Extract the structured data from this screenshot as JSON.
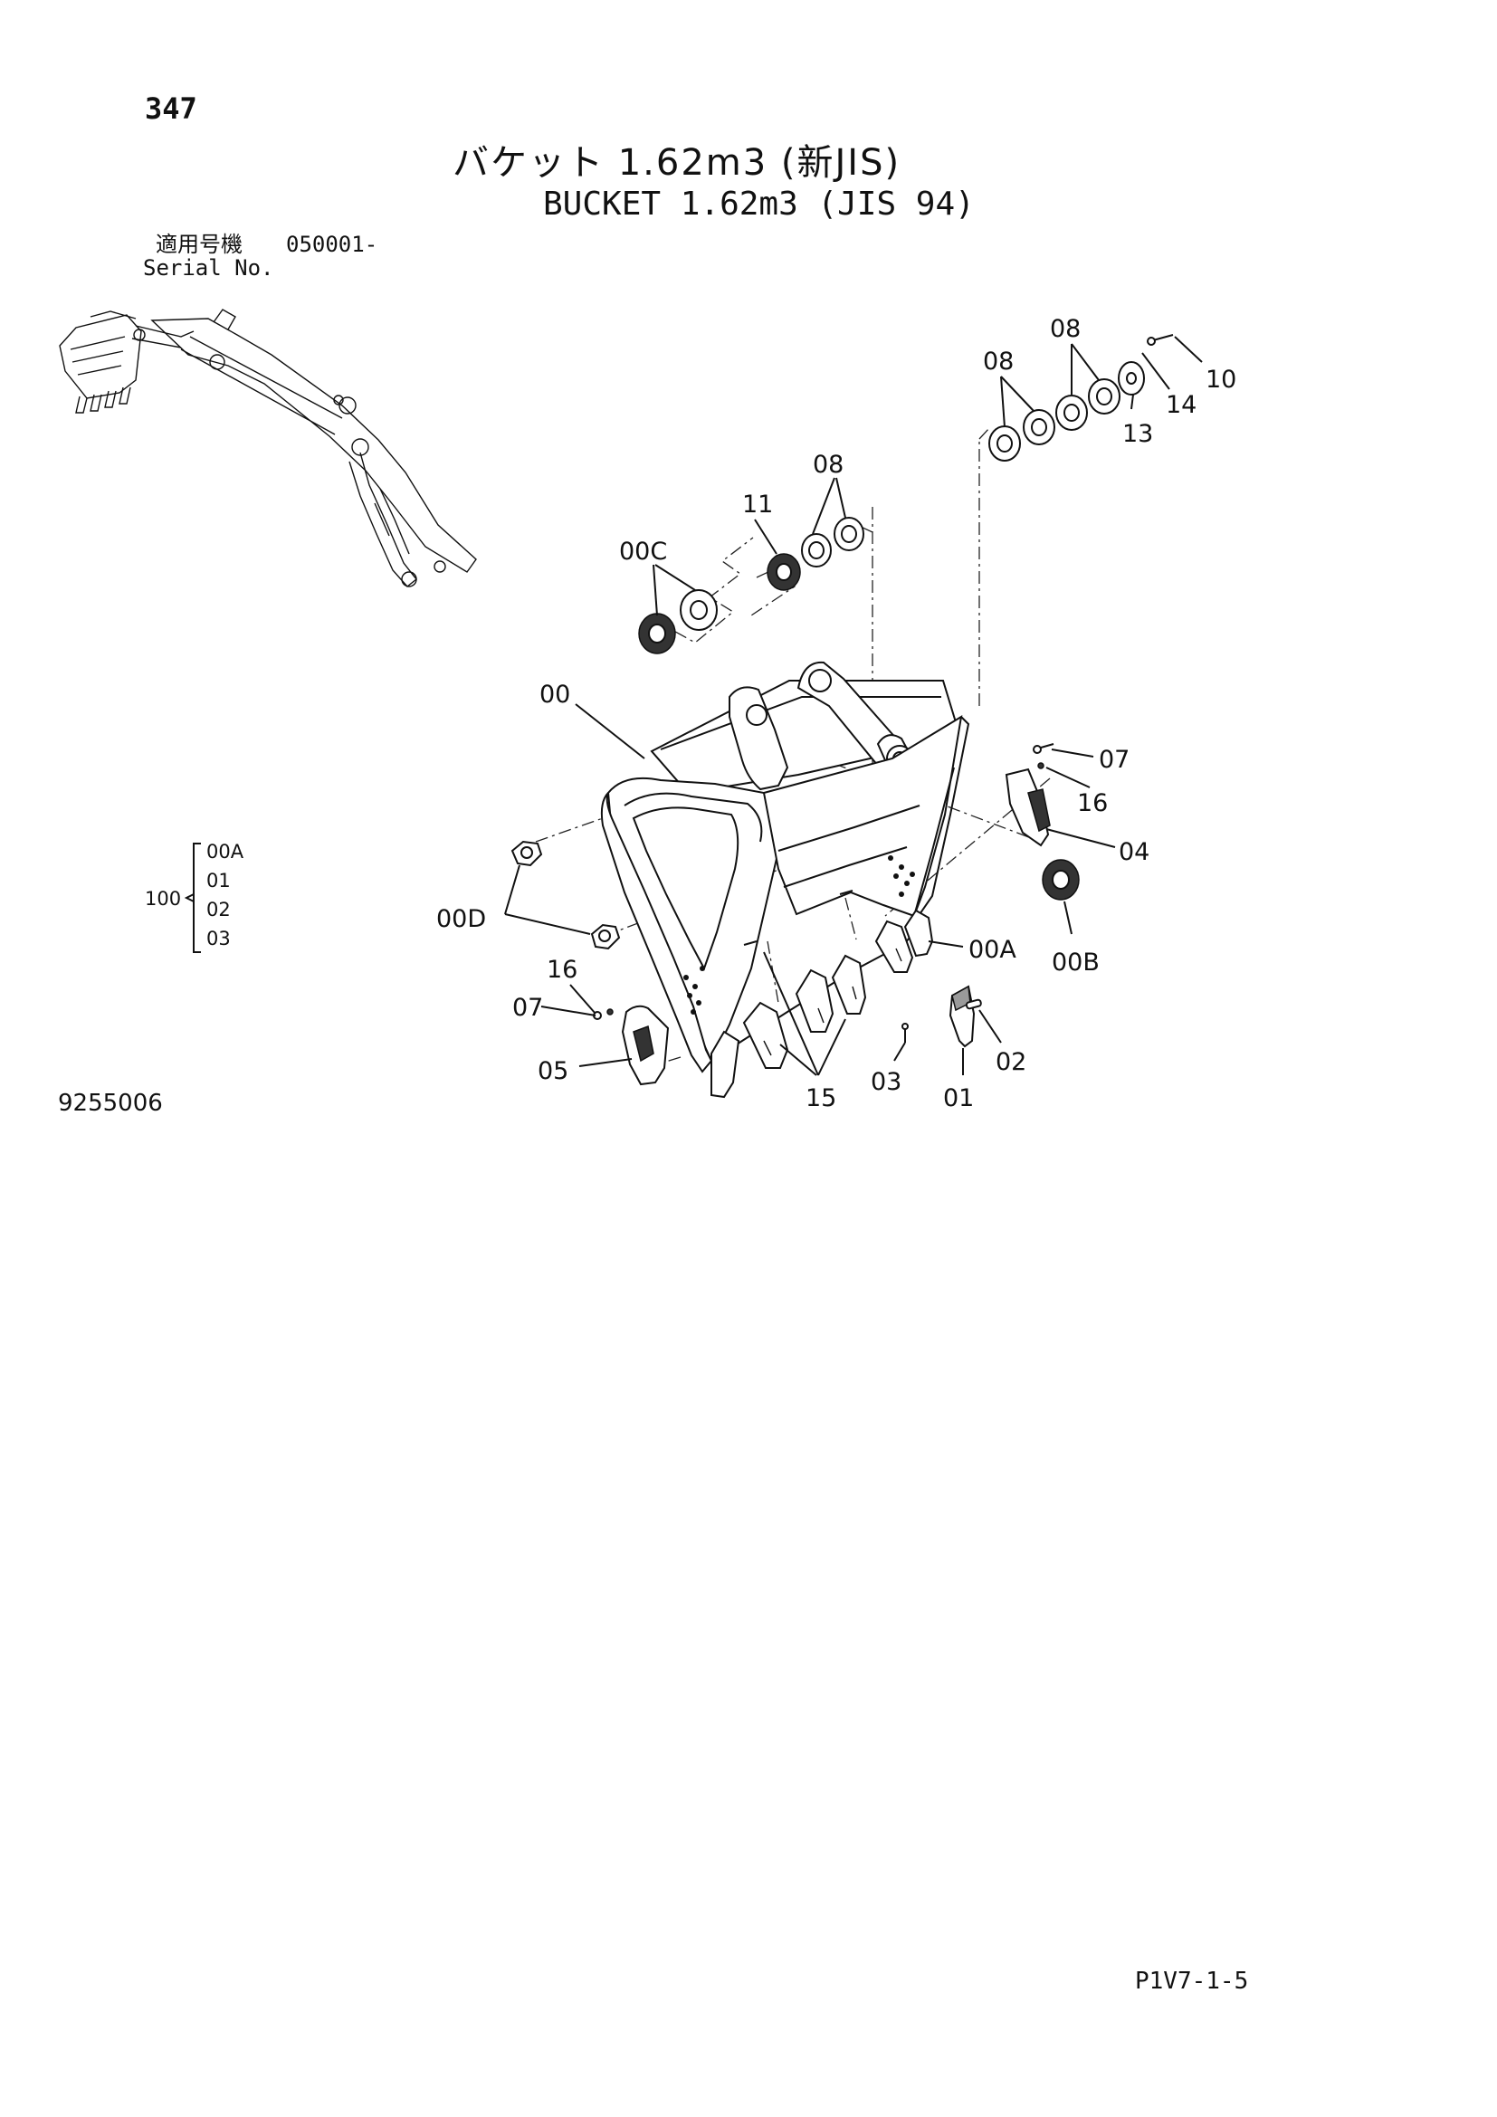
{
  "page_number": "347",
  "title_jp": "バケット 1.62m3 (新JIS)",
  "title_en": "BUCKET 1.62m3 (JIS 94)",
  "serial": {
    "label_jp": "適用号機",
    "value": "050001-",
    "label_en": "Serial No."
  },
  "drawing_number": "9255006",
  "page_ref": "P1V7-1-5",
  "assembly_group": {
    "label": "100",
    "items": [
      "00A",
      "01",
      "02",
      "03"
    ]
  },
  "callouts": {
    "c00": "00",
    "c00A": "00A",
    "c00B": "00B",
    "c00C": "00C",
    "c00D": "00D",
    "c01": "01",
    "c02": "02",
    "c03": "03",
    "c04": "04",
    "c05": "05",
    "c07_left": "07",
    "c07_right": "07",
    "c08_top_a": "08",
    "c08_top_b": "08",
    "c08_mid": "08",
    "c10": "10",
    "c11": "11",
    "c13": "13",
    "c14": "14",
    "c15": "15",
    "c16_left": "16",
    "c16_right": "16"
  }
}
